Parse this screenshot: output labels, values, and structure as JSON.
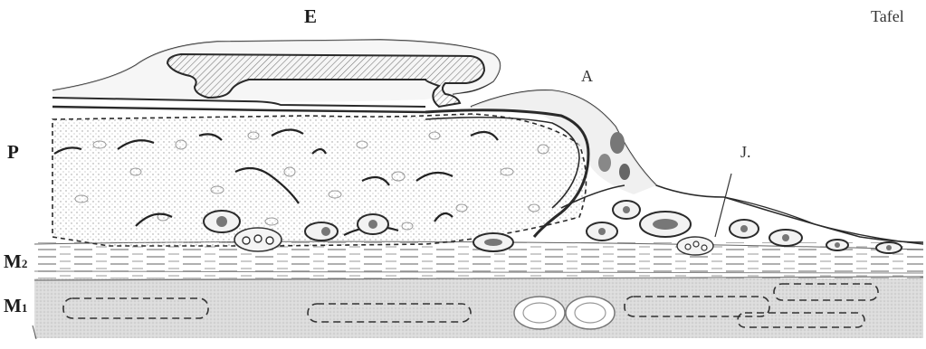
{
  "labels": {
    "E": "E",
    "tafel": "Tafel",
    "A": "A",
    "P": "P",
    "J": "J.",
    "M2_main": "M",
    "M2_sub": "2",
    "M1_main": "M",
    "M1_sub": "1"
  },
  "colors": {
    "paper": "#ffffff",
    "outline": "#2a2a2a",
    "stipple": "#e6e6e6",
    "muscle_band": "#d9d9d9",
    "muscle_fibre": "#555555"
  }
}
